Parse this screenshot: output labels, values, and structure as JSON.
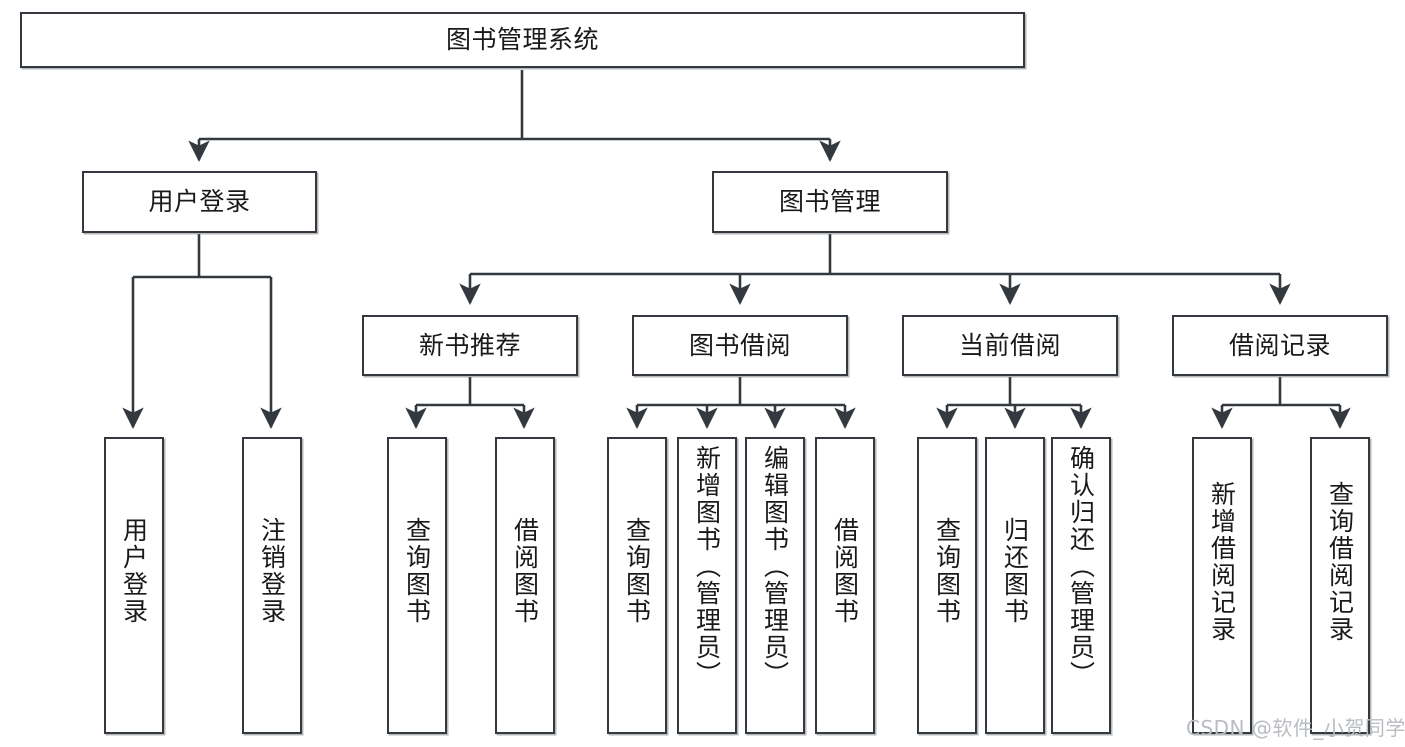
{
  "diagram": {
    "type": "tree-flowchart",
    "root": {
      "id": "root",
      "label": "图书管理系统"
    },
    "level2": [
      {
        "id": "user-login",
        "label": "用户登录"
      },
      {
        "id": "book-manage",
        "label": "图书管理"
      }
    ],
    "level3": [
      {
        "id": "new-book-recommend",
        "label": "新书推荐"
      },
      {
        "id": "book-borrow",
        "label": "图书借阅"
      },
      {
        "id": "current-borrow",
        "label": "当前借阅"
      },
      {
        "id": "borrow-record",
        "label": "借阅记录"
      }
    ],
    "leaves": {
      "user_login": [
        {
          "id": "leaf-user-login",
          "label": "用户登录"
        },
        {
          "id": "leaf-logout",
          "label": "注销登录"
        }
      ],
      "new_book_recommend": [
        {
          "id": "leaf-query-book-1",
          "label": "查询图书"
        },
        {
          "id": "leaf-borrow-book-1",
          "label": "借阅图书"
        }
      ],
      "book_borrow": [
        {
          "id": "leaf-query-book-2",
          "label": "查询图书"
        },
        {
          "id": "leaf-add-book",
          "label": "新增图书（管理员）"
        },
        {
          "id": "leaf-edit-book",
          "label": "编辑图书（管理员）"
        },
        {
          "id": "leaf-borrow-book-2",
          "label": "借阅图书"
        }
      ],
      "current_borrow": [
        {
          "id": "leaf-query-book-3",
          "label": "查询图书"
        },
        {
          "id": "leaf-return-book",
          "label": "归还图书"
        },
        {
          "id": "leaf-confirm-return",
          "label": "确认归还（管理员）"
        }
      ],
      "borrow_record": [
        {
          "id": "leaf-add-record",
          "label": "新增借阅记录"
        },
        {
          "id": "leaf-query-record",
          "label": "查询借阅记录"
        }
      ]
    },
    "colors": {
      "box_border": "#33393f",
      "box_fill": "#ffffff",
      "connector": "#33393f",
      "text": "#1a1a1a",
      "watermark": "#b9bcc0",
      "background": "#ffffff"
    }
  },
  "watermark": {
    "text": "CSDN @软件_小贺同学"
  }
}
